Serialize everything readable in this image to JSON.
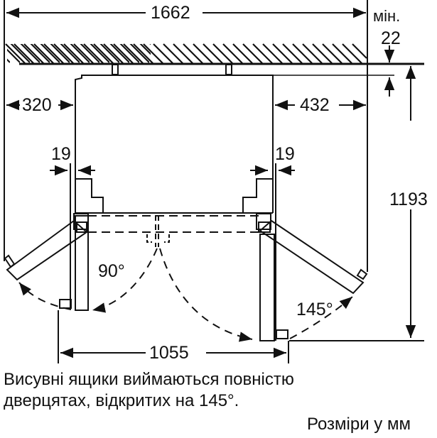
{
  "diagram": {
    "type": "installation-dimensions-top-view",
    "subject": "side-by-side refrigerator doors opening clearance",
    "dimensions": {
      "total_width_open": "1662",
      "min_wall_gap_label": "мін.",
      "min_wall_gap": "22",
      "left_clearance": "320",
      "right_clearance": "432",
      "left_door_offset": "19",
      "right_door_offset": "19",
      "depth_open": "1193",
      "door_swing_width": "1055"
    },
    "angles": {
      "left_door": "90°",
      "right_door": "145°"
    },
    "notes": {
      "line1": "Висувні ящики виймаються повністю",
      "line2": "дверцятах, відкритих на 145°.",
      "units": "Розміри у мм"
    },
    "colors": {
      "line": "#111111",
      "background": "#ffffff"
    }
  }
}
